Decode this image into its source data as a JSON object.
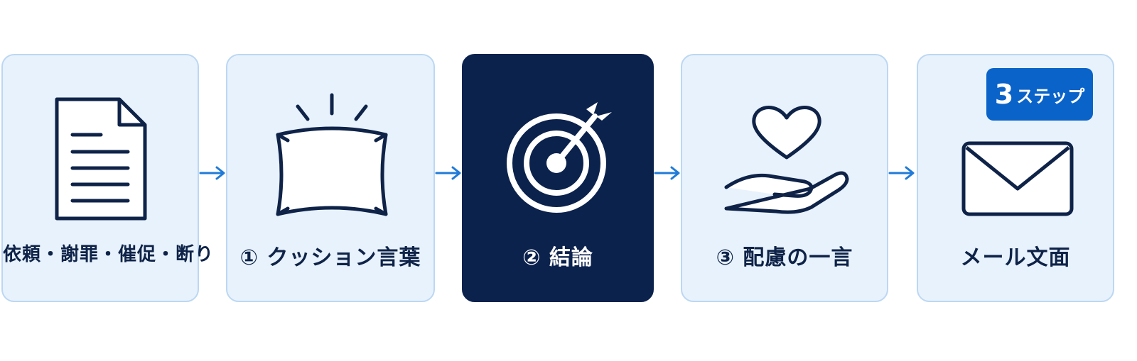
{
  "steps": [
    {
      "label": "依頼・謝罪・催促・断り",
      "icon": "document-icon"
    },
    {
      "label": "① クッション言葉",
      "icon": "pillow-icon"
    },
    {
      "label": "② 結論",
      "icon": "target-icon"
    },
    {
      "label": "③ 配慮の一言",
      "icon": "heart-hand-icon"
    },
    {
      "label": "メール文面",
      "icon": "envelope-icon"
    }
  ],
  "badge": {
    "number": "3",
    "text": "ステップ"
  },
  "colors": {
    "card_bg": "#e8f2fd",
    "card_border": "#bcd7f3",
    "active_bg": "#0b224d",
    "accent": "#0a63c8",
    "arrow": "#1f7ad8",
    "text": "#0e2347"
  }
}
